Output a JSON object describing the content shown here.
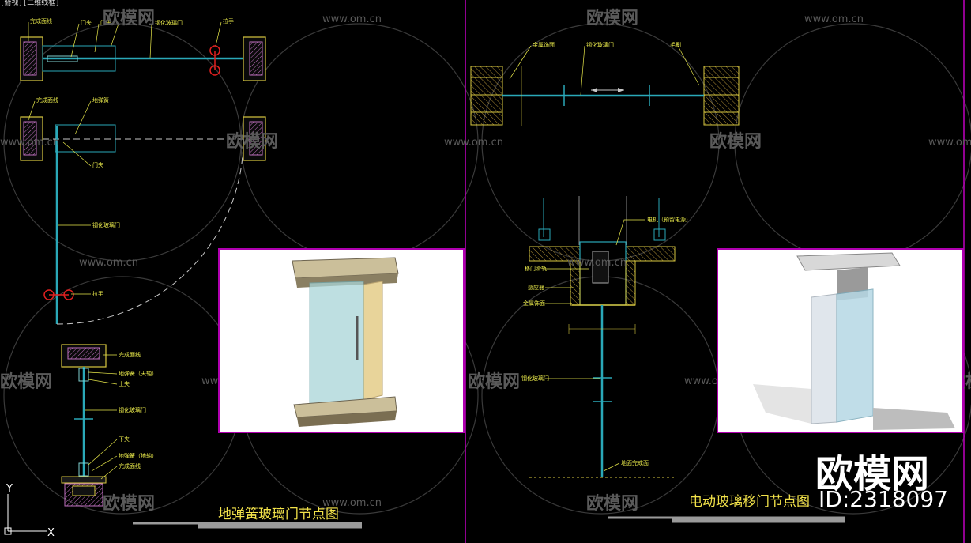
{
  "viewport_label": "[俯视][二维线框]",
  "watermark": {
    "brand": "欧模网",
    "url": "www.om.cn"
  },
  "left_drawing": {
    "title": "地弹簧玻璃门节点图",
    "plan_top_labels": [
      "完成面线",
      "门夹",
      "门夹",
      "钢化玻璃门",
      "拉手"
    ],
    "plan_swing_labels": [
      "完成面线",
      "地弹簧",
      "门夹",
      "钢化玻璃门",
      "拉手"
    ],
    "section_labels": [
      "完成面线",
      "地弹簧（天轴）",
      "上夹",
      "钢化玻璃门",
      "下夹",
      "地弹簧（地轴）",
      "完成面线"
    ]
  },
  "right_drawing": {
    "title": "电动玻璃移门节点图",
    "plan_labels": [
      "金属饰面",
      "钢化玻璃门",
      "毛刷"
    ],
    "section_labels": [
      "电机（预留电源）",
      "移门滑轨",
      "感应器",
      "金属饰面",
      "钢化玻璃门",
      "地面完成面"
    ]
  },
  "axis": {
    "x": "X",
    "y": "Y"
  },
  "stamp": {
    "brand": "欧模网",
    "id": "ID:2318097"
  },
  "colors": {
    "background": "#000000",
    "frame": "#c000c0",
    "annotation": "#e8e84a",
    "glass": "#2aa8b8",
    "wall_hatch": "#c070c0",
    "title": "#f2e24a"
  }
}
